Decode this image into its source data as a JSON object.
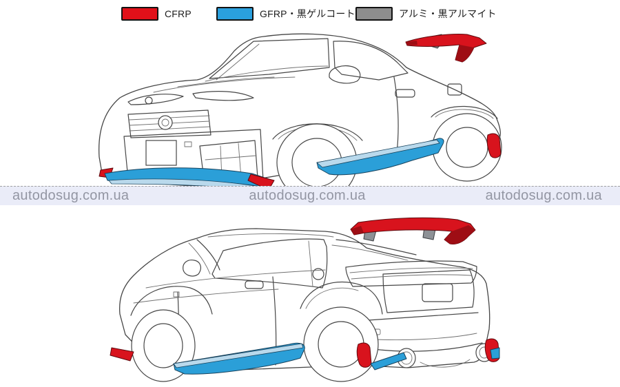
{
  "legend": {
    "items": [
      {
        "label": "CFRP",
        "color": "#e11019"
      },
      {
        "label": "GFRP・黒ゲルコート",
        "color": "#2aa0de"
      },
      {
        "label": "アルミ・黒アルマイト",
        "color": "#8d8d8d"
      }
    ]
  },
  "watermark": {
    "text": "autodosug.com.ua",
    "band_color": "#eaecf8",
    "text_color": "#9396a3"
  },
  "colors": {
    "cfrp": "#d8131d",
    "cfrp_dark": "#9e0d14",
    "gfrp": "#2b9fd8",
    "gfrp_light": "#b9d9ec",
    "alumite": "#8d9196",
    "band": "#eaecf8",
    "wmtext": "#9396a3"
  }
}
